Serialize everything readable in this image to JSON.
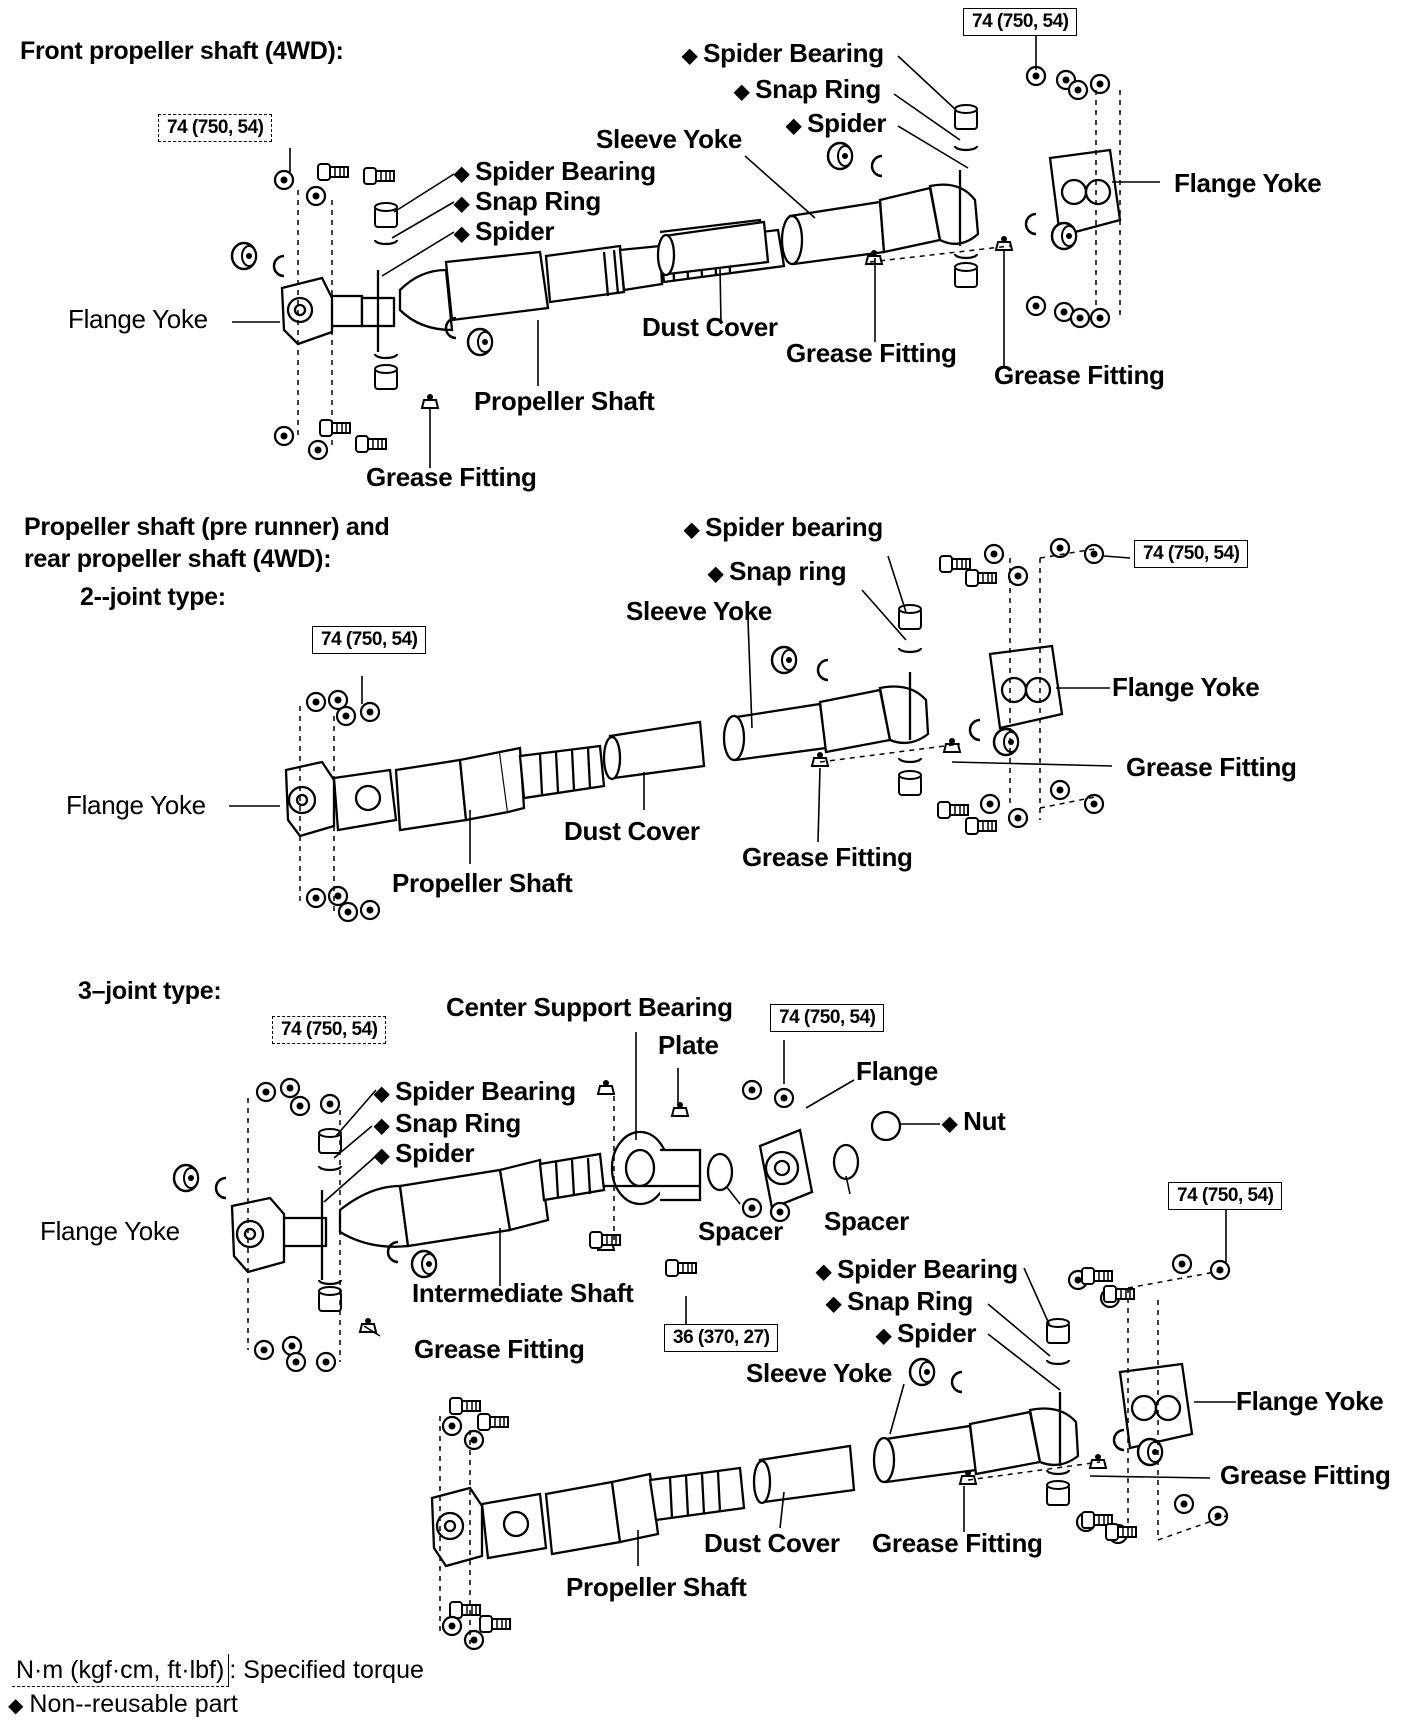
{
  "headings": {
    "front": "Front propeller shaft (4WD):",
    "rear_line1": "Propeller shaft (pre runner) and",
    "rear_line2": "rear propeller shaft (4WD):",
    "two_joint": "2--joint type:",
    "three_joint": "3–joint type:"
  },
  "marker": "◆",
  "torque_main": "74 (750, 54)",
  "torque_center": "36 (370, 27)",
  "front": {
    "spider_bearing": "Spider Bearing",
    "snap_ring": "Snap Ring",
    "spider": "Spider",
    "sleeve_yoke": "Sleeve Yoke",
    "flange_yoke": "Flange Yoke",
    "dust_cover": "Dust Cover",
    "grease_fitting": "Grease Fitting",
    "propeller_shaft": "Propeller Shaft"
  },
  "two_joint": {
    "spider_bearing": "Spider bearing",
    "snap_ring": "Snap ring",
    "sleeve_yoke": "Sleeve Yoke",
    "flange_yoke": "Flange Yoke",
    "grease_fitting": "Grease Fitting",
    "dust_cover": "Dust Cover",
    "propeller_shaft": "Propeller Shaft"
  },
  "three_joint": {
    "center_support_bearing": "Center Support Bearing",
    "plate": "Plate",
    "flange": "Flange",
    "nut": "Nut",
    "spider_bearing": "Spider Bearing",
    "snap_ring": "Snap Ring",
    "spider": "Spider",
    "flange_yoke": "Flange Yoke",
    "spacer": "Spacer",
    "intermediate_shaft": "Intermediate Shaft",
    "grease_fitting": "Grease Fitting",
    "sleeve_yoke": "Sleeve Yoke",
    "dust_cover": "Dust Cover",
    "propeller_shaft": "Propeller Shaft"
  },
  "legend": {
    "torque_unit": "N·m (kgf·cm, ft·lbf)",
    "torque_text": ": Specified torque",
    "nonreusable": "Non--reusable part"
  }
}
